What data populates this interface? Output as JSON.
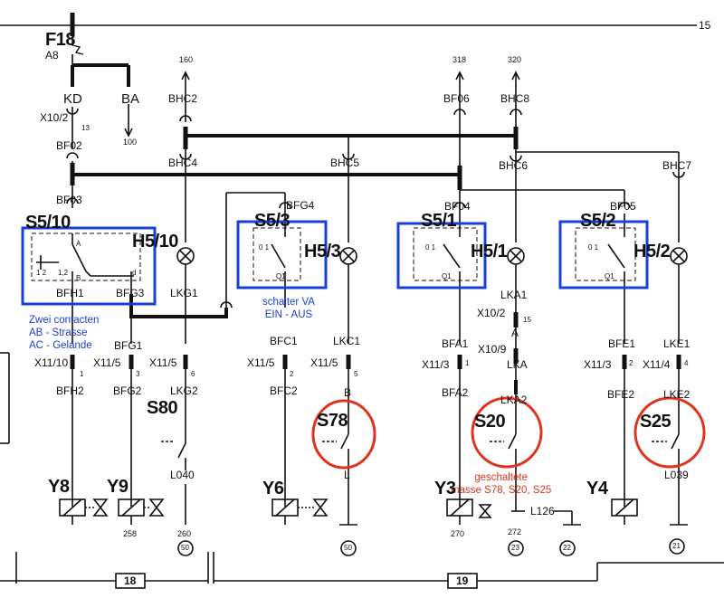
{
  "page_ref": "15",
  "fuse": {
    "name": "F18",
    "rating": "A8"
  },
  "terminal_values": {
    "bhc2_top": "160",
    "bf06_top": "318",
    "bhc8_top": "320",
    "ba_bottom": "100"
  },
  "connectors": {
    "kd": "KD",
    "ba": "BA",
    "x10_2_left": "X10/2",
    "x10_2_left_pin": "13",
    "bf02": "BF02",
    "bf03": "BF03",
    "bhc2": "BHC2",
    "bhc4": "BHC4",
    "bhc5": "BHC5",
    "bf06": "BF06",
    "bhc8": "BHC8",
    "bhc6": "BHC6",
    "bhc7": "BHC7",
    "bfg4": "BFG4",
    "bf04": "BF04",
    "bf05": "BF05",
    "bfh1": "BFH1",
    "bfg3": "BFG3",
    "lkg1": "LKG1",
    "lka1": "LKA1",
    "x10_2_mid": "X10/2",
    "x10_2_mid_pin": "15",
    "lka_a1": "A",
    "x10_9": "X10/9",
    "lka": "LKA",
    "lka2": "LKA2",
    "bfg1": "BFG1",
    "bfc1": "BFC1",
    "lkc1": "LKC1",
    "bfa1": "BFA1",
    "bfe1": "BFE1",
    "lke1": "LKE1",
    "x11_10": "X11/10",
    "x11_10_pin": "1",
    "x11_5_a": "X11/5",
    "x11_5_a_pin": "3",
    "x11_5_b": "X11/5",
    "x11_5_b_pin": "6",
    "x11_5_c": "X11/5",
    "x11_5_c_pin": "2",
    "x11_5_d": "X11/5",
    "x11_5_d_pin": "5",
    "x11_3_a": "X11/3",
    "x11_3_a_pin": "1",
    "x11_3_b": "X11/3",
    "x11_3_b_pin": "2",
    "x11_4": "X11/4",
    "x11_4_pin": "4",
    "bfh2": "BFH2",
    "bfg2": "BFG2",
    "lkg2": "LKG2",
    "bfc2": "BFC2",
    "lkc_b": "B",
    "bfa2": "BFA2",
    "bfe2": "BFE2",
    "lke2": "LKE2",
    "l040": "L040",
    "l_s78": "L",
    "l126": "L126",
    "l039": "L039"
  },
  "switches": {
    "s5_10": "S5/10",
    "s5_3": "S5/3",
    "s5_1": "S5/1",
    "s5_2": "S5/2",
    "s80": "S80",
    "s78": "S78",
    "s20": "S20",
    "s25": "S25",
    "contact_01": "0 1",
    "contact_q1": "Q1",
    "contact_12": "1 2",
    "contact_12b": "1,2",
    "contact_a": "A",
    "contact_b": "B",
    "contact_d": "d"
  },
  "lamps": {
    "h5_10": "H5/10",
    "h5_3": "H5/3",
    "h5_1": "H5/1",
    "h5_2": "H5/2"
  },
  "loads": {
    "y8": "Y8",
    "y9": "Y9",
    "y6": "Y6",
    "y3": "Y3",
    "y4": "Y4",
    "g258": "258",
    "g260": "260",
    "g270": "270",
    "g272": "272"
  },
  "circle_refs": {
    "c50a": "50",
    "c50b": "50",
    "c23": "23",
    "c22": "22",
    "c21": "21"
  },
  "sheet_numbers": {
    "left": "18",
    "right": "19"
  },
  "annotations": {
    "blue_s5_10": [
      "Zwei contacten",
      "AB - Strasse",
      "AC - Gelande"
    ],
    "blue_s5_3": [
      "schalter VA",
      "EIN - AUS"
    ],
    "red_s20": [
      "geschaltete",
      "masse S78, S20, S25"
    ]
  },
  "colors": {
    "ink": "#111111",
    "highlight_box": "#1a3fd6",
    "highlight_circle": "#e0321c"
  }
}
